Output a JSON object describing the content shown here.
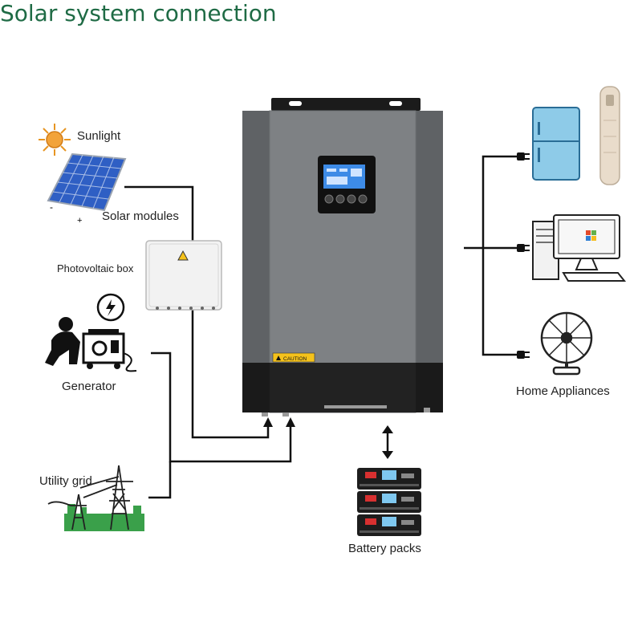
{
  "title": "Solar system connection",
  "labels": {
    "sunlight": "Sunlight",
    "solar_modules": "Solar modules",
    "pv_box": "Photovoltaic box",
    "generator": "Generator",
    "utility_grid": "Utility grid",
    "battery_packs": "Battery packs",
    "home_appliances": "Home Appliances"
  },
  "inverter": {
    "caution_label": "CAUTION"
  },
  "colors": {
    "title": "#1f6b45",
    "inverter_body": "#7a7d80",
    "inverter_side": "#5f6265",
    "inverter_base": "#1a1a1a",
    "panel_blue": "#2f5fc4",
    "fridge_blue": "#8ecbe8",
    "grid_green": "#3aa04a"
  },
  "icons": [
    "sun-icon",
    "solar-panel-icon",
    "pv-box-icon",
    "generator-icon",
    "pylon-icon",
    "fridge-icon",
    "air-conditioner-icon",
    "computer-icon",
    "fan-icon",
    "battery-icon",
    "double-arrow-icon"
  ]
}
